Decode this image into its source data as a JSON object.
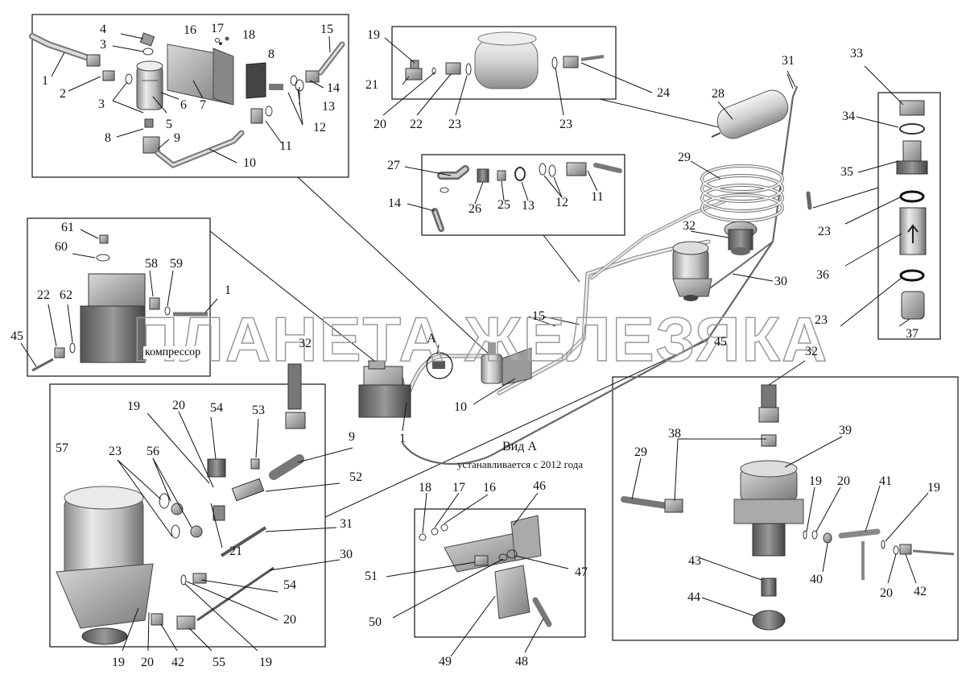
{
  "watermark": "ПЛАНЕТА ЖЕЛЕЗЯКА",
  "view_title": "Вид А",
  "view_caption": "устанавливается с 2012 года",
  "view_marker": "А",
  "compressor_label": "компрессор",
  "labels": {
    "p1": "1",
    "p2": "2",
    "p3a": "3",
    "p3b": "3",
    "p4": "4",
    "p5": "5",
    "p6": "6",
    "p7": "7",
    "p8a": "8",
    "p8b": "8",
    "p9a": "9",
    "p9b": "9",
    "p10a": "10",
    "p10b": "10",
    "p11a": "11",
    "p11b": "11",
    "p12a": "12",
    "p12b": "12",
    "p13a": "13",
    "p13b": "13",
    "p14a": "14",
    "p14b": "14",
    "p15a": "15",
    "p15b": "15",
    "p16a": "16",
    "p16b": "16",
    "p17a": "17",
    "p17b": "17",
    "p18a": "18",
    "p18b": "18",
    "p19a": "19",
    "p19b": "19",
    "p19c": "19",
    "p19d": "19",
    "p19e": "19",
    "p19f": "19",
    "p20a": "20",
    "p20b": "20",
    "p20c": "20",
    "p20d": "20",
    "p20e": "20",
    "p20f": "20",
    "p21a": "21",
    "p21b": "21",
    "p22a": "22",
    "p22b": "22",
    "p23a": "23",
    "p23b": "23",
    "p23c": "23",
    "p23d": "23",
    "p23e": "23",
    "p24": "24",
    "p25": "25",
    "p26": "26",
    "p27": "27",
    "p28": "28",
    "p29a": "29",
    "p29b": "29",
    "p30a": "30",
    "p30b": "30",
    "p31a": "31",
    "p31b": "31",
    "p32a": "32",
    "p32b": "32",
    "p32c": "32",
    "p33": "33",
    "p34": "34",
    "p35": "35",
    "p36": "36",
    "p37": "37",
    "p38": "38",
    "p39": "39",
    "p40": "40",
    "p41": "41",
    "p42a": "42",
    "p42b": "42",
    "p43": "43",
    "p44": "44",
    "p45a": "45",
    "p45b": "45",
    "p46": "46",
    "p47": "47",
    "p48": "48",
    "p49": "49",
    "p50": "50",
    "p51": "51",
    "p52": "52",
    "p53": "53",
    "p54a": "54",
    "p54b": "54",
    "p55": "55",
    "p56": "56",
    "p57": "57",
    "p58": "58",
    "p59": "59",
    "p60": "60",
    "p61": "61",
    "p62": "62",
    "p1b": "1",
    "p1c": "1"
  }
}
